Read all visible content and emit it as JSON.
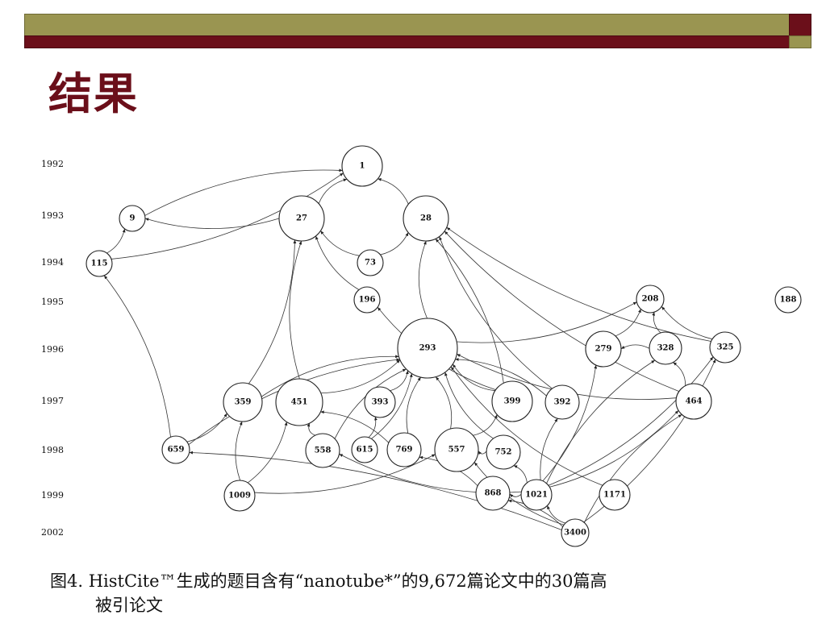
{
  "slide": {
    "title": "结果",
    "caption_line1": "图4. HistCite™生成的题目含有“nanotube*”的9,672篇论文中的30篇高",
    "caption_line2": "被引论文",
    "colors": {
      "header_olive": "#9a9551",
      "header_red": "#6b0f1a",
      "title": "#6b0f1a"
    }
  },
  "diagram": {
    "years": [
      "1992",
      "1993",
      "1994",
      "1995",
      "1996",
      "1997",
      "1998",
      "1999",
      "2002"
    ],
    "nodes": [
      {
        "id": "1",
        "label": "1"
      },
      {
        "id": "9",
        "label": "9"
      },
      {
        "id": "27",
        "label": "27"
      },
      {
        "id": "28",
        "label": "28"
      },
      {
        "id": "115",
        "label": "115"
      },
      {
        "id": "73",
        "label": "73"
      },
      {
        "id": "196",
        "label": "196"
      },
      {
        "id": "208",
        "label": "208"
      },
      {
        "id": "188",
        "label": "188"
      },
      {
        "id": "293",
        "label": "293"
      },
      {
        "id": "279",
        "label": "279"
      },
      {
        "id": "328",
        "label": "328"
      },
      {
        "id": "325",
        "label": "325"
      },
      {
        "id": "359",
        "label": "359"
      },
      {
        "id": "451",
        "label": "451"
      },
      {
        "id": "393",
        "label": "393"
      },
      {
        "id": "399",
        "label": "399"
      },
      {
        "id": "392",
        "label": "392"
      },
      {
        "id": "464",
        "label": "464"
      },
      {
        "id": "659",
        "label": "659"
      },
      {
        "id": "558",
        "label": "558"
      },
      {
        "id": "615",
        "label": "615"
      },
      {
        "id": "769",
        "label": "769"
      },
      {
        "id": "557",
        "label": "557"
      },
      {
        "id": "752",
        "label": "752"
      },
      {
        "id": "1009",
        "label": "1009"
      },
      {
        "id": "868",
        "label": "868"
      },
      {
        "id": "1021",
        "label": "1021"
      },
      {
        "id": "1171",
        "label": "1171"
      },
      {
        "id": "3400",
        "label": "3400"
      }
    ],
    "edges": [
      [
        "27",
        "1"
      ],
      [
        "28",
        "1"
      ],
      [
        "27",
        "9"
      ],
      [
        "115",
        "9"
      ],
      [
        "73",
        "27"
      ],
      [
        "73",
        "28"
      ],
      [
        "293",
        "28"
      ],
      [
        "359",
        "27"
      ],
      [
        "451",
        "27"
      ],
      [
        "659",
        "115"
      ],
      [
        "196",
        "27"
      ],
      [
        "399",
        "28"
      ],
      [
        "392",
        "28"
      ],
      [
        "279",
        "208"
      ],
      [
        "328",
        "208"
      ],
      [
        "328",
        "279"
      ],
      [
        "325",
        "208"
      ],
      [
        "464",
        "328"
      ],
      [
        "464",
        "293"
      ],
      [
        "451",
        "293"
      ],
      [
        "359",
        "293"
      ],
      [
        "393",
        "293"
      ],
      [
        "399",
        "293"
      ],
      [
        "392",
        "293"
      ],
      [
        "558",
        "293"
      ],
      [
        "615",
        "293"
      ],
      [
        "769",
        "293"
      ],
      [
        "557",
        "293"
      ],
      [
        "752",
        "293"
      ],
      [
        "659",
        "359"
      ],
      [
        "1009",
        "359"
      ],
      [
        "1009",
        "451"
      ],
      [
        "558",
        "451"
      ],
      [
        "769",
        "451"
      ],
      [
        "752",
        "557"
      ],
      [
        "868",
        "769"
      ],
      [
        "1021",
        "868"
      ],
      [
        "1021",
        "752"
      ],
      [
        "1021",
        "392"
      ],
      [
        "1021",
        "464"
      ],
      [
        "1021",
        "328"
      ],
      [
        "1021",
        "325"
      ],
      [
        "1171",
        "293"
      ],
      [
        "3400",
        "868"
      ],
      [
        "3400",
        "1021"
      ],
      [
        "3400",
        "659"
      ],
      [
        "3400",
        "464"
      ],
      [
        "3400",
        "325"
      ],
      [
        "3400",
        "557"
      ],
      [
        "615",
        "393"
      ],
      [
        "399",
        "196"
      ],
      [
        "293",
        "208"
      ],
      [
        "464",
        "28"
      ],
      [
        "115",
        "1"
      ],
      [
        "9",
        "1"
      ],
      [
        "1021",
        "279"
      ],
      [
        "1021",
        "558"
      ],
      [
        "1009",
        "557"
      ],
      [
        "325",
        "28"
      ],
      [
        "557",
        "399"
      ],
      [
        "659",
        "293"
      ]
    ]
  }
}
